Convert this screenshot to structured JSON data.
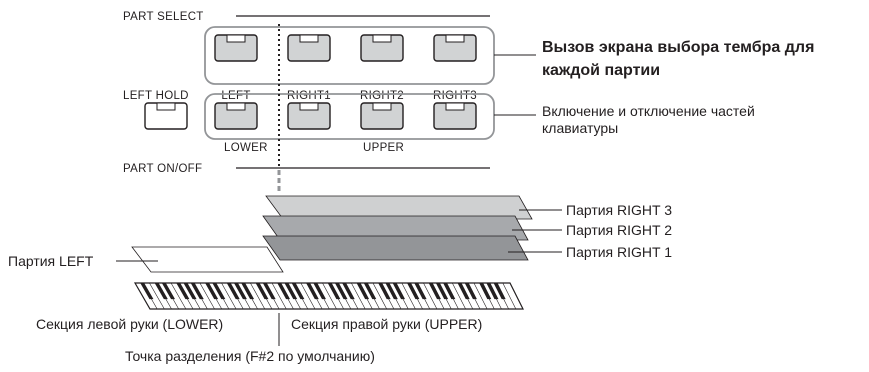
{
  "panel": {
    "part_select_label": "PART SELECT",
    "part_onoff_label": "PART ON/OFF",
    "left_hold_label": "LEFT HOLD",
    "select_buttons": [
      "LEFT",
      "RIGHT1",
      "RIGHT2",
      "RIGHT3"
    ],
    "lower_label": "LOWER",
    "upper_label": "UPPER"
  },
  "callouts": {
    "select_line1": "Вызов экрана выбора тембра для",
    "select_line2": "каждой партии",
    "onoff_line1": "Включение и отключение частей",
    "onoff_line2": "клавиатуры"
  },
  "parts": {
    "right3": "Партия RIGHT 3",
    "right2": "Партия RIGHT 2",
    "right1": "Партия RIGHT 1",
    "left": "Партия LEFT"
  },
  "keyboard": {
    "lower_section": "Секция левой руки (LOWER)",
    "upper_section": "Секция правой руки (UPPER)",
    "split_point": "Точка разделения (F#2 по умолчанию)"
  },
  "colors": {
    "ink": "#231f20",
    "button_fill": "#d1d3d4",
    "layer_right3": "#cfd0d1",
    "layer_right2": "#a7a9ac",
    "layer_right1": "#939598"
  }
}
